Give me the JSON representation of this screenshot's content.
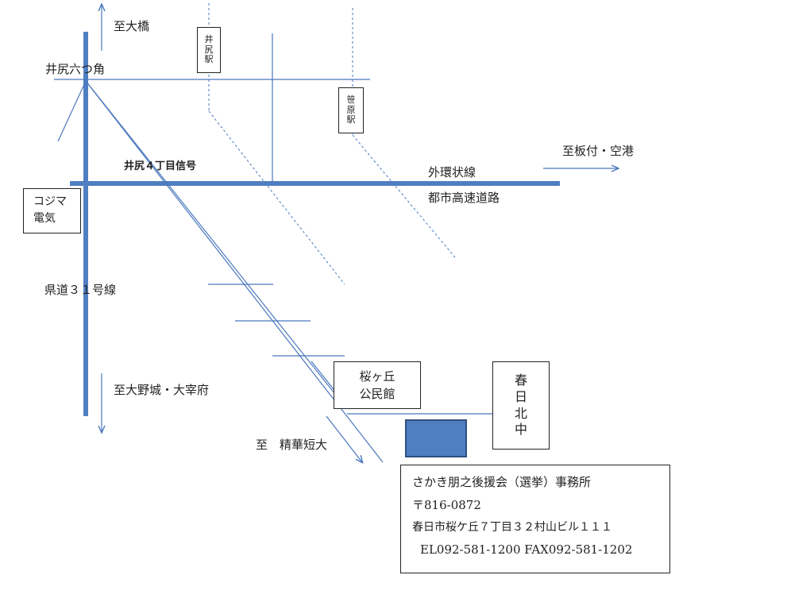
{
  "labels": {
    "to_ohashi": "至大橋",
    "ijiri_mutsukado": "井尻六つ角",
    "ijiri_4chome_signal": "井尻４丁目信号",
    "to_itazuke_airport": "至板付・空港",
    "gaikanjosen": "外環状線",
    "toshi_kosoku": "都市高速道路",
    "kendo_31": "県道３１号線",
    "to_onojo_dazaifu": "至大野城・大宰府",
    "to_seika_tandai": "至　精華短大"
  },
  "boxes": {
    "ijiri_station": [
      "井",
      "尻",
      "駅"
    ],
    "sasabaru_station": [
      "笹",
      "原",
      "駅"
    ],
    "kojima_denki": [
      "コジマ",
      "電気"
    ],
    "sakuragaoka_kominkan": [
      "桜ヶ丘",
      "公民館"
    ],
    "kasuga_kitachu": [
      "春",
      "日",
      "北",
      "中"
    ]
  },
  "office": {
    "name": "さかき朋之後援会（選挙）事務所",
    "postal": "〒816-0872",
    "address": "春日市桜ケ丘７丁目３２村山ビル１１１",
    "phone_fax": "EL092-581-1200 FAX092-581-1202"
  },
  "colors": {
    "road_main": "#4f7fc1",
    "road_thin": "#4a78bd",
    "office_marker": "#4f7fc1",
    "office_marker_border": "#2f4f7f",
    "text": "#222222"
  }
}
